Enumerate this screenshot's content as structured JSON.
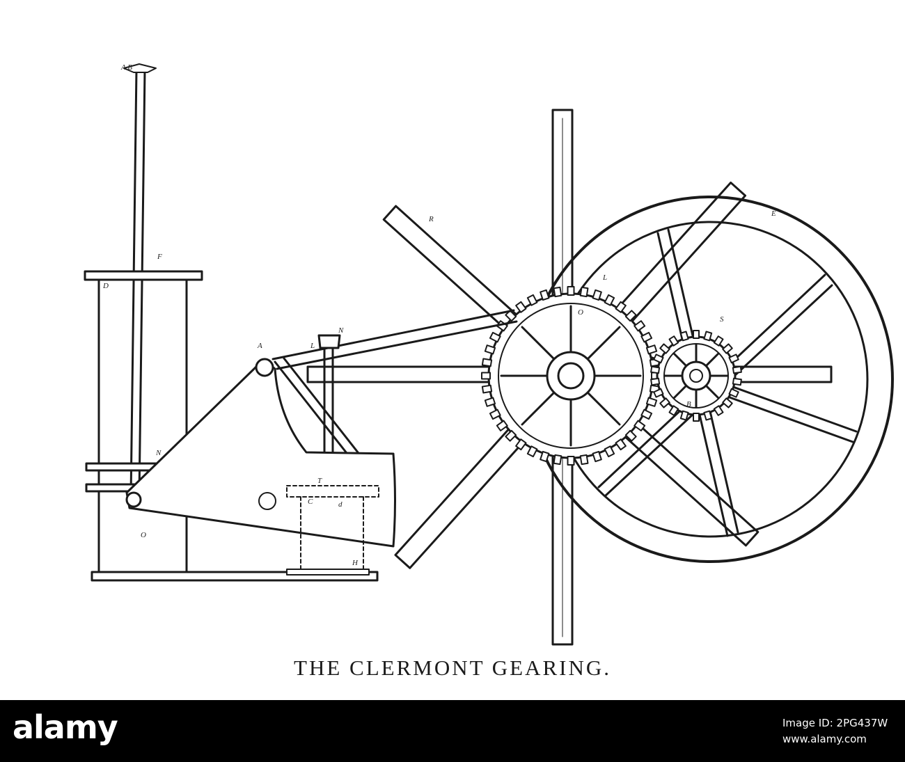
{
  "figure": {
    "caption": "THE CLERMONT GEARING.",
    "part_labels": {
      "top_rod": "A B",
      "rod_guide": "F",
      "cylinder_top": "D",
      "pivot": "A",
      "lever_end": "L",
      "standard": "N",
      "arm": "R",
      "wheel": "E",
      "large_gear": "L",
      "gear_center": "O",
      "small_gear": "S",
      "small_hub": "B",
      "frame_left": "N",
      "base_left": "O",
      "pump_top": "T",
      "pump_mid": "C",
      "pump_right": "d",
      "base_right": "H"
    }
  },
  "watermark": {
    "logo": "alamy",
    "image_id": "Image ID: 2PG437W",
    "url": "www.alamy.com"
  },
  "colors": {
    "ink": "#1a1a1a",
    "paper": "#ffffff",
    "bar": "#000000"
  }
}
